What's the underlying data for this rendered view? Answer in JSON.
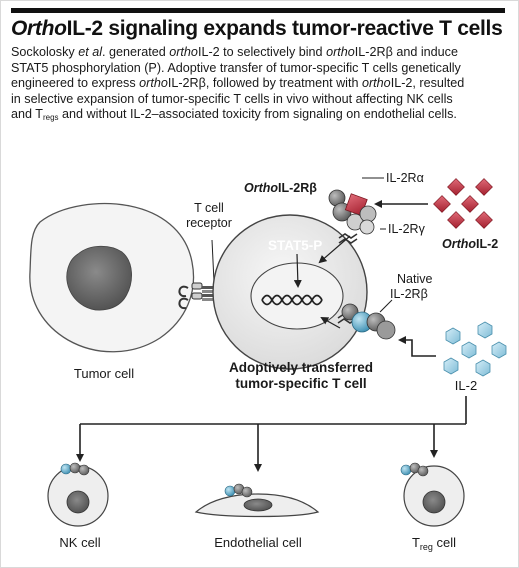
{
  "title": {
    "ortho": "Ortho",
    "rest": "IL-2 signaling expands tumor-reactive T cells"
  },
  "description": {
    "line1": {
      "a": "Sockolosky ",
      "b": "et al",
      "c": ". generated ",
      "d": "ortho",
      "e": "IL-2 to selectively bind ",
      "f": "ortho",
      "g": "IL-2Rβ and induce"
    },
    "line2": "STAT5 phosphorylation (P). Adoptive transfer of tumor-specific T cells genetically",
    "line3": {
      "a": "engineered to express ",
      "b": "ortho",
      "c": "IL-2Rβ, followed by treatment with ",
      "d": "ortho",
      "e": "IL-2, resulted"
    },
    "line4": "in selective expansion of tumor-specific T cells in vivo without affecting NK cells",
    "line5": {
      "a": "and T",
      "sub": "regs",
      "c": " and without IL-2–associated toxicity from signaling on endothelial cells."
    }
  },
  "labels": {
    "t_cell_receptor_1": "T cell",
    "t_cell_receptor_2": "receptor",
    "ortho_il2rb_ortho": "Ortho",
    "ortho_il2rb_rest": "IL-2Rβ",
    "il2ra": "IL-2Rα",
    "il2rg": "IL-2Rγ",
    "ortho_il2_ortho": "Ortho",
    "ortho_il2_rest": "IL-2",
    "stat5p": "STAT5-P",
    "native_1": "Native",
    "native_2": "IL-2Rβ",
    "tumor_cell": "Tumor cell",
    "adoptive_1": "Adoptively transferred",
    "adoptive_2": "tumor-specific T cell",
    "il2": "IL-2",
    "nk_cell": "NK cell",
    "endothelial_cell": "Endothelial cell",
    "treg_T": "T",
    "treg_sub": "reg",
    "treg_cell": " cell"
  },
  "colors": {
    "ortho_il2": "#c23a48",
    "il2": "#a9d3e6",
    "il2rb_native": "#5aa9c9",
    "receptor_gray": "#7a7a7a",
    "tumor_nucleus": "#6b6b6b",
    "tcell_fill": "#efefef"
  }
}
